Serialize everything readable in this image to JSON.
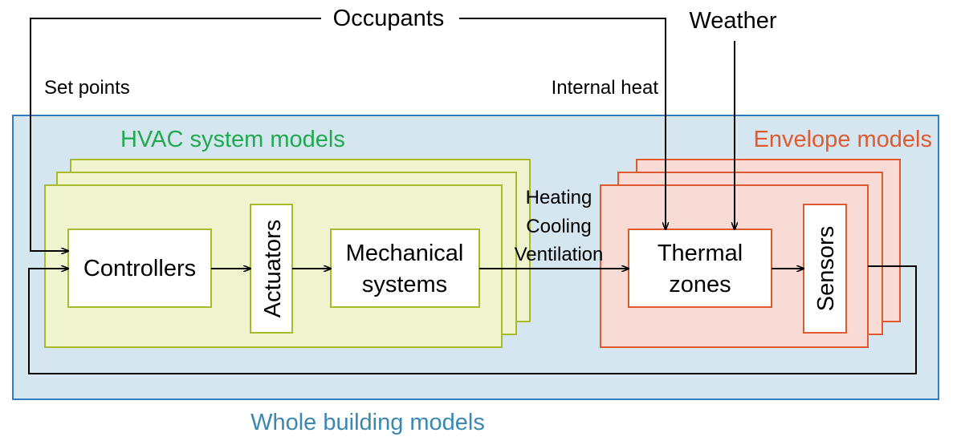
{
  "colors": {
    "whole_building_fill": "#d6e6f0",
    "whole_building_stroke": "#2f7dbf",
    "whole_building_label": "#3b87b3",
    "hvac_fill": "#eff4cf",
    "hvac_stroke": "#a6bb2a",
    "hvac_label": "#1faa4f",
    "envelope_fill": "#f8dbd4",
    "envelope_stroke": "#e05a30",
    "envelope_label": "#e05a30"
  },
  "inputs": {
    "occupants": "Occupants",
    "weather": "Weather",
    "set_points": "Set points",
    "internal_heat": "Internal heat"
  },
  "groups": {
    "whole_building": "Whole building models",
    "hvac": "HVAC system models",
    "envelope": "Envelope models"
  },
  "blocks": {
    "controllers": "Controllers",
    "actuators": "Actuators",
    "mechanical_line1": "Mechanical",
    "mechanical_line2": "systems",
    "thermal_line1": "Thermal",
    "thermal_line2": "zones",
    "sensors": "Sensors"
  },
  "flow_labels": {
    "heating": "Heating",
    "cooling": "Cooling",
    "ventilation": "Ventilation"
  }
}
